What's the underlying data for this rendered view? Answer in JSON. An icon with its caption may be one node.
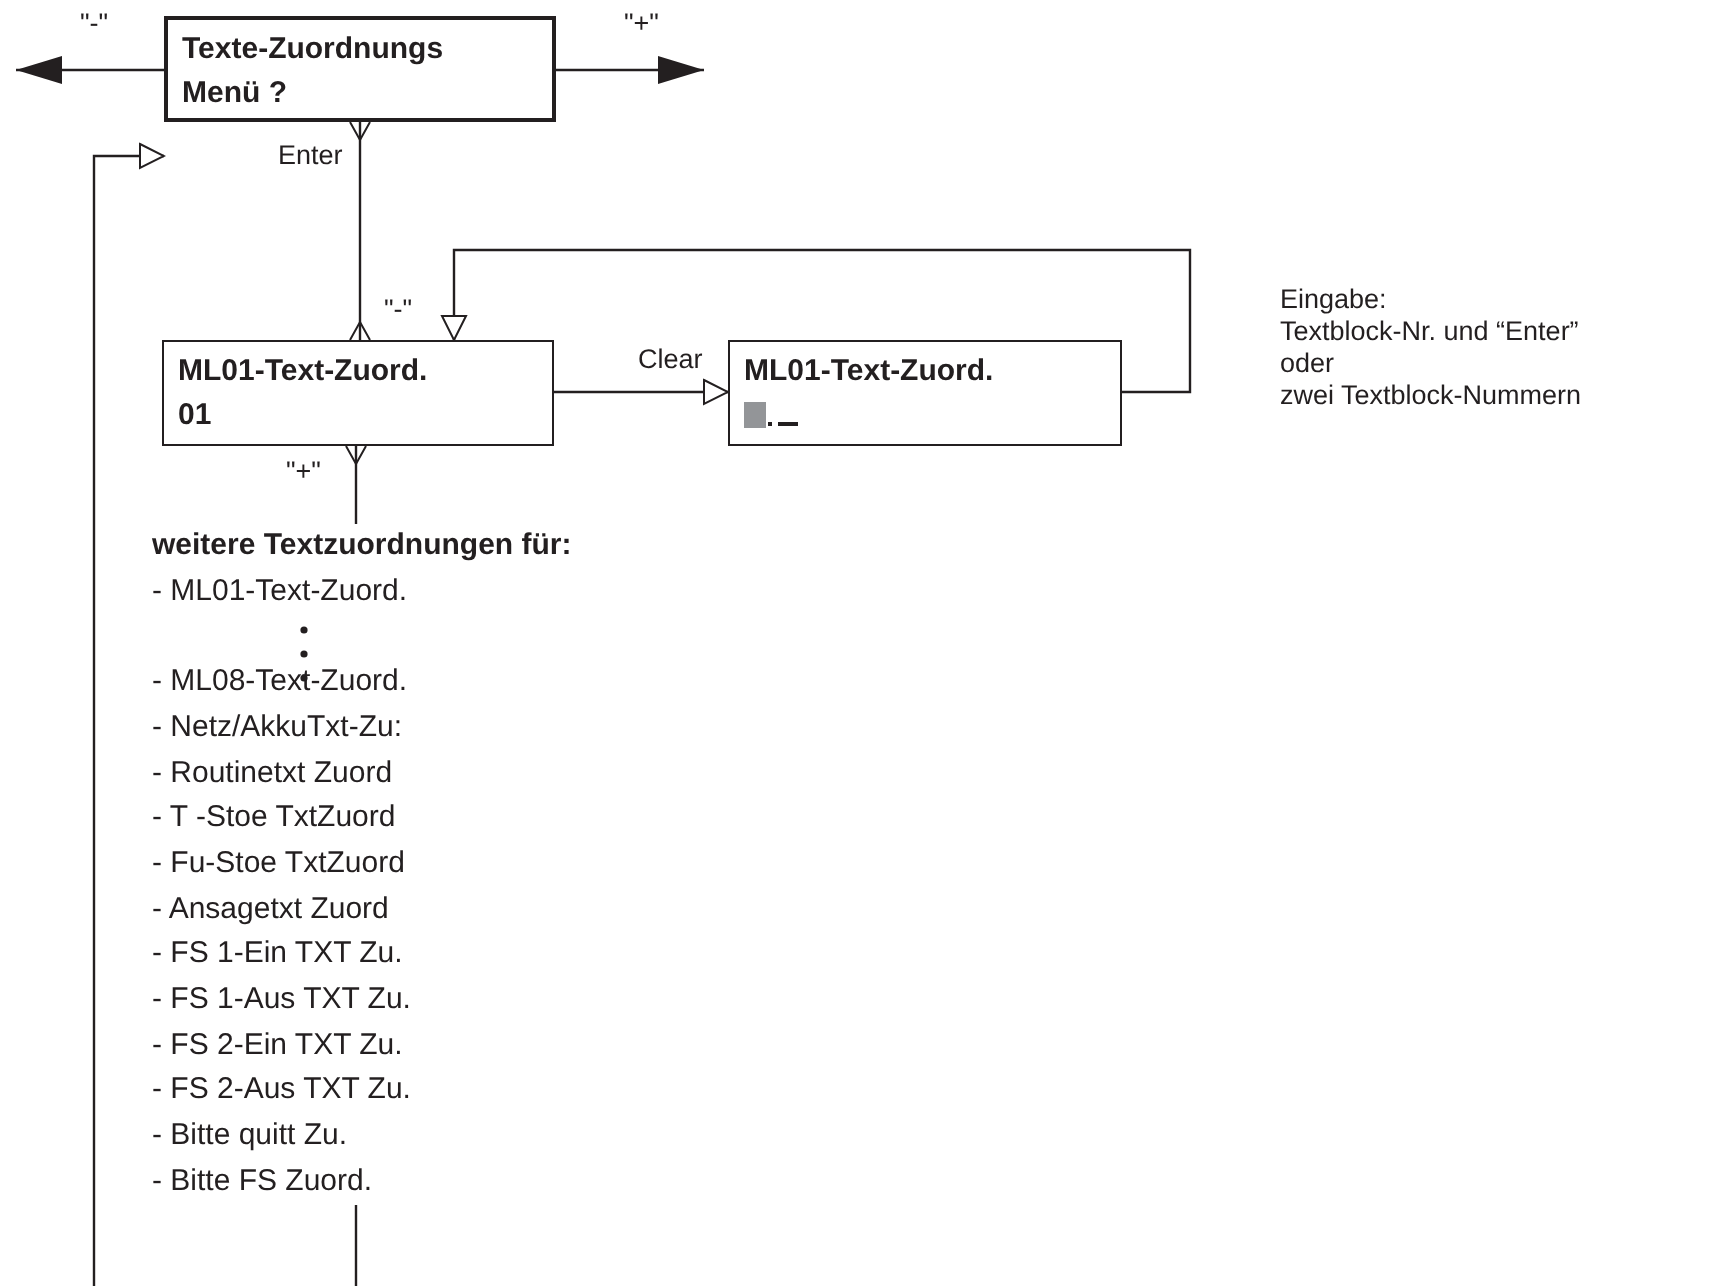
{
  "diagram": {
    "nodes": [
      {
        "text": [
          "Texte-Zuordnungs Menü ?"
        ]
      },
      {
        "text": [
          "ML01-Text-Zuord. 01"
        ]
      },
      {
        "text": [
          "ML01-Text-Zuord."
        ]
      },
      {
        "text": [
          "weitere Textzuordnungen für:",
          "- ML01-Text-Zuord.",
          "- ML08-Text-Zuord.",
          "- Netz/AkkuTxt-Zu:",
          "- Routinetxt Zuord",
          "- T -Stoe TxtZuord",
          "- Fu-Stoe TxtZuord",
          "- Ansagetxt Zuord",
          "- FS 1-Ein TXT Zu.",
          "- FS 1-Aus TXT Zu.",
          "- FS 2-Ein TXT Zu.",
          "- FS 2-Aus TXT Zu.",
          "- Bitte quitt Zu.",
          "- Bitte FS Zuord."
        ]
      }
    ],
    "edges": [
      {
        "from": 0,
        "to": null,
        "arrow": "to",
        "label": "\"-\""
      },
      {
        "from": 0,
        "to": null,
        "arrow": "to",
        "label": "\"+\""
      },
      {
        "from": 0,
        "to": 1,
        "arrow": "other",
        "label": "Enter"
      },
      {
        "from": 1,
        "to": 2,
        "arrow": "to",
        "label": "Clear"
      },
      {
        "from": 2,
        "to": 1,
        "arrow": "to"
      },
      {
        "from": 1,
        "to": 3,
        "arrow": "other",
        "label": "\"+\""
      },
      {
        "from": 3,
        "to": 0,
        "arrow": "to"
      }
    ],
    "labels": [
      "\"-\"",
      "Eingabe:",
      "Textblock-Nr. und “Enter”",
      "oder",
      "zwei Textblock-Nummern"
    ]
  }
}
